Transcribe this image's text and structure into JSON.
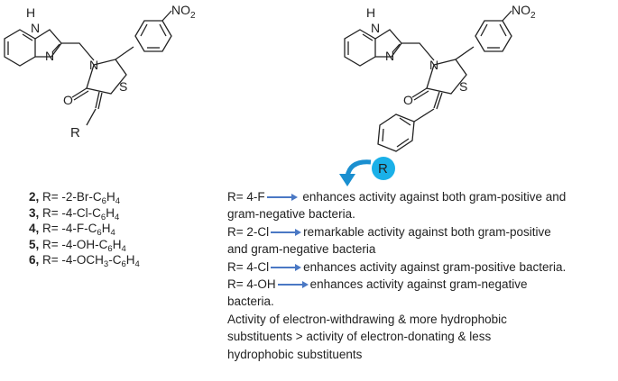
{
  "left_structure": {
    "nh_label": "H",
    "n_label": "N",
    "n_ring_label": "N",
    "n_amide_label": "N",
    "o_label": "O",
    "s_label": "S",
    "no2_label": "NO",
    "no2_sub": "2",
    "r_label": "R"
  },
  "right_structure": {
    "nh_label": "H",
    "n_label": "N",
    "n_ring_label": "N",
    "n_amide_label": "N",
    "o_label": "O",
    "s_label": "S",
    "no2_label": "NO",
    "no2_sub": "2",
    "r_label": "R",
    "r_highlight_color": "#1ab0e8",
    "arrow_color": "#1a8fd0"
  },
  "compounds": [
    {
      "num": "2,",
      "prefix": " R= -2-Br-C",
      "s1": "6",
      "mid": "H",
      "s2": "4",
      "tail": ""
    },
    {
      "num": "3,",
      "prefix": " R= -4-Cl-C",
      "s1": "6",
      "mid": "H",
      "s2": "4",
      "tail": ""
    },
    {
      "num": "4,",
      "prefix": " R= -4-F-C",
      "s1": "6",
      "mid": "H",
      "s2": "4",
      "tail": ""
    },
    {
      "num": "5,",
      "prefix": " R= -4-OH-C",
      "s1": "6",
      "mid": "H",
      "s2": "4",
      "tail": ""
    },
    {
      "num": "6,",
      "prefix": " R= -4-OCH",
      "s1": "3",
      "mid": "-C",
      "s2": "6",
      "tail": "H"
    }
  ],
  "compound6_tail_sub": "4",
  "sar": {
    "r1": "R= 4-F",
    "r1_text": " enhances activity against both gram-positive and",
    "r1_cont": "gram-negative bacteria.",
    "r2": "R= 2-Cl",
    "r2_text": "remarkable activity against both gram-positive",
    "r2_cont": "and gram-negative bacteria",
    "r3": "R= 4-Cl",
    "r3_text": "enhances activity against gram-positive bacteria.",
    "r4": "R= 4-OH",
    "r4_text": "enhances activity against gram-negative",
    "r4_cont": "bacteria.",
    "summary1": "Activity of electron-withdrawing & more hydrophobic",
    "summary2": "substituents > activity of electron-donating & less",
    "summary3": "hydrophobic substituents"
  }
}
